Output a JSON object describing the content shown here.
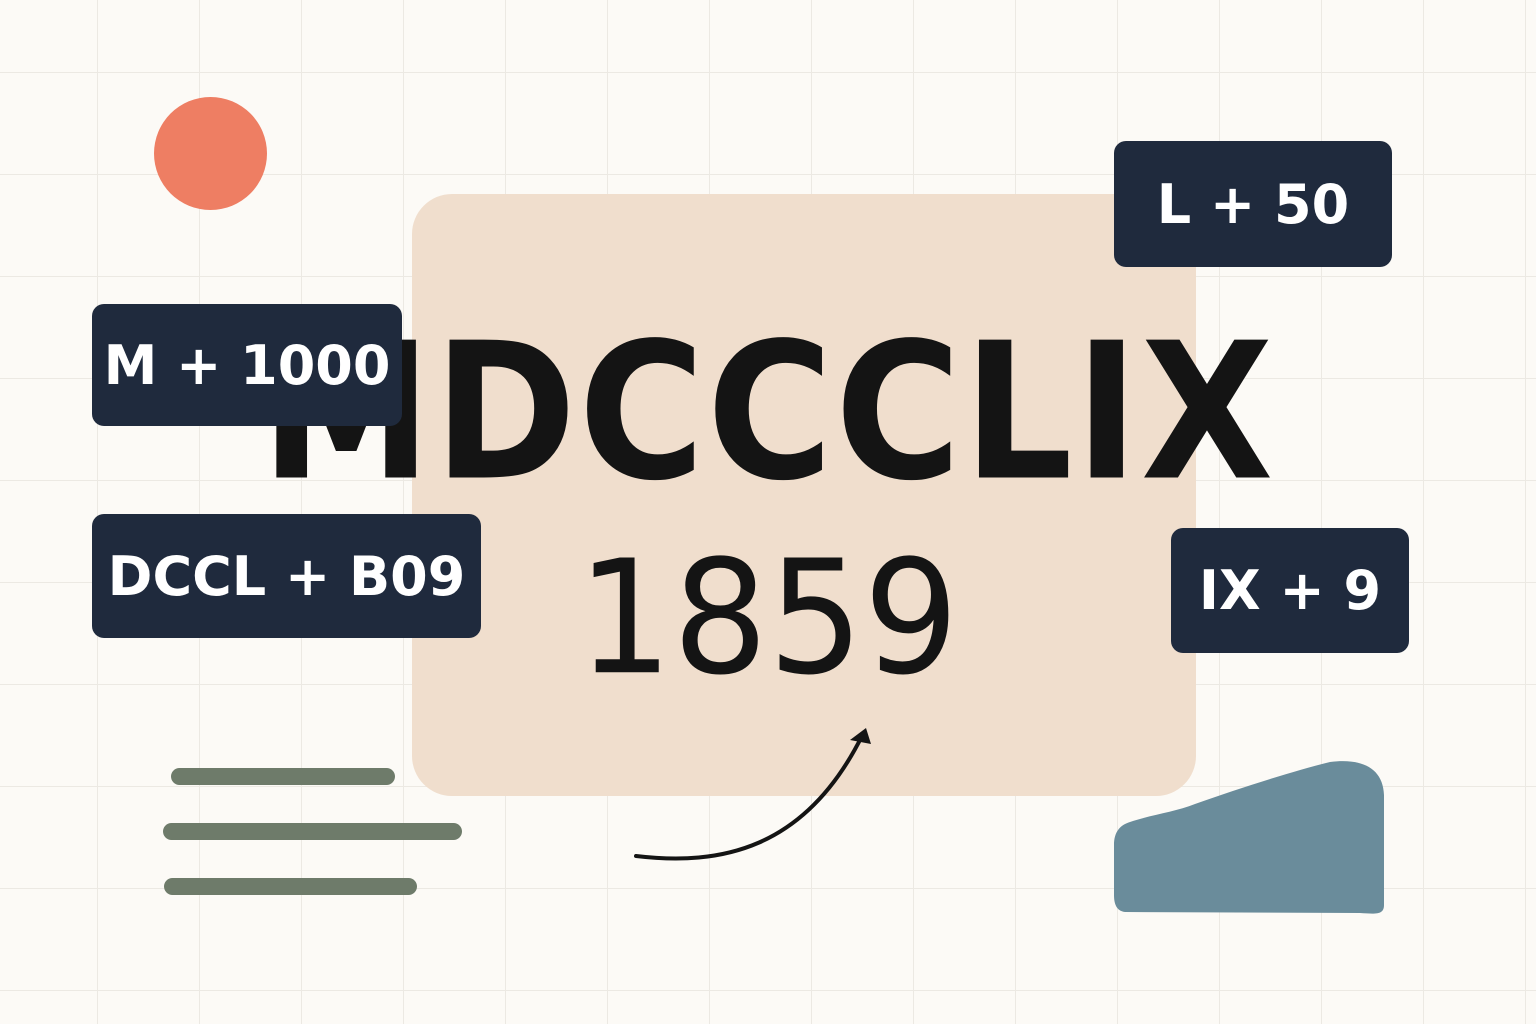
{
  "main_card": {
    "roman_numeral": "MDCCCLIX",
    "arabic_number": "1859"
  },
  "tags": {
    "m": "M + 1000",
    "dccl": "DCCL + B09",
    "l": "L + 50",
    "ix": "IX + 9"
  },
  "icons": {
    "arrow": "curved-arrow-icon",
    "blob": "blue-blob-shape",
    "circle": "orange-circle-shape"
  },
  "colors": {
    "background": "#fcfaf6",
    "card": "#f0decd",
    "tag": "#1f2a3d",
    "tag_text": "#ffffff",
    "dot": "#ee7e63",
    "bars": "#6e7b6a",
    "blob": "#6a8c9b",
    "text": "#141414"
  }
}
